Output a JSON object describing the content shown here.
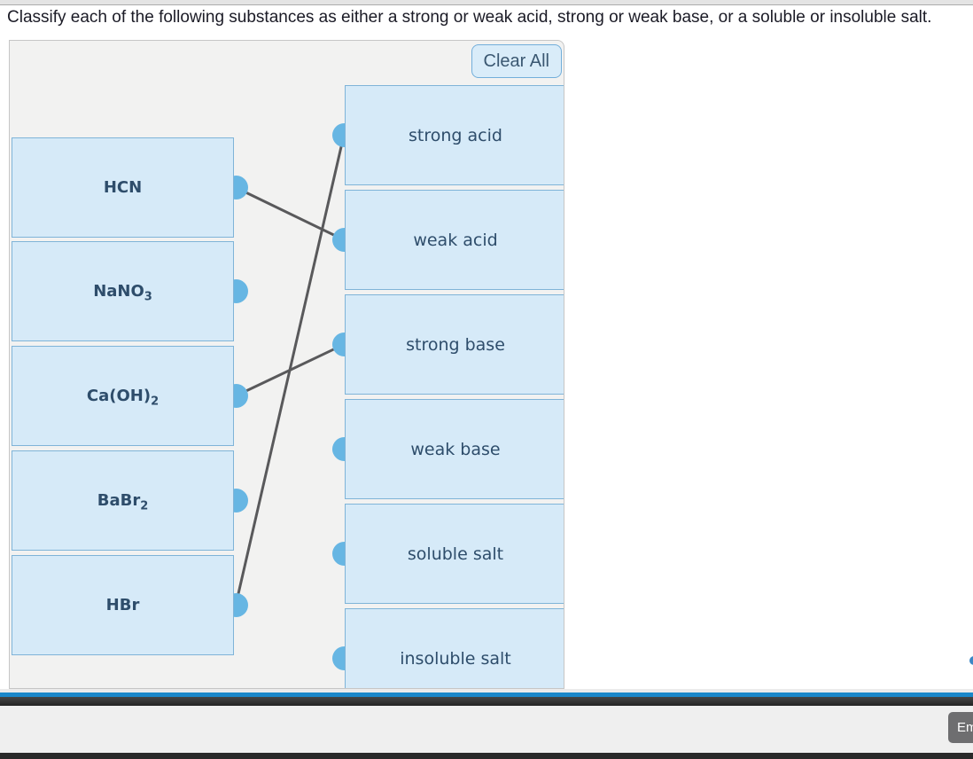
{
  "title": "Classify each of the following substances as either a strong or weak acid, strong or weak base, or a soluble or insoluble salt.",
  "panel": {
    "clear_all_label": "Clear All"
  },
  "substances": [
    {
      "name": "HCN",
      "parts": [
        {
          "text": "HCN"
        }
      ]
    },
    {
      "name": "NaNO3",
      "parts": [
        {
          "text": "NaNO"
        },
        {
          "text": "3",
          "sub": true
        }
      ]
    },
    {
      "name": "Ca(OH)2",
      "parts": [
        {
          "text": "Ca(OH)"
        },
        {
          "text": "2",
          "sub": true
        }
      ]
    },
    {
      "name": "BaBr2",
      "parts": [
        {
          "text": "BaBr"
        },
        {
          "text": "2",
          "sub": true
        }
      ]
    },
    {
      "name": "HBr",
      "parts": [
        {
          "text": "HBr"
        }
      ]
    }
  ],
  "categories": [
    "strong acid",
    "weak acid",
    "strong base",
    "weak base",
    "soluble salt",
    "insoluble salt"
  ],
  "connections": [
    {
      "from": "HCN",
      "to": "weak acid"
    },
    {
      "from": "Ca(OH)2",
      "to": "strong base"
    },
    {
      "from": "HBr",
      "to": "strong acid"
    }
  ],
  "footer": {
    "email_button_label": "Em"
  },
  "colors": {
    "box_fill": "#d6eaf8",
    "box_border": "#7fb4d8",
    "box_text": "#2e4d6b",
    "connector_dot": "#67b6e3",
    "connection_line": "#59595b",
    "accent_bar_blue": "#1a87c9",
    "clear_all_border": "#72aeda"
  }
}
